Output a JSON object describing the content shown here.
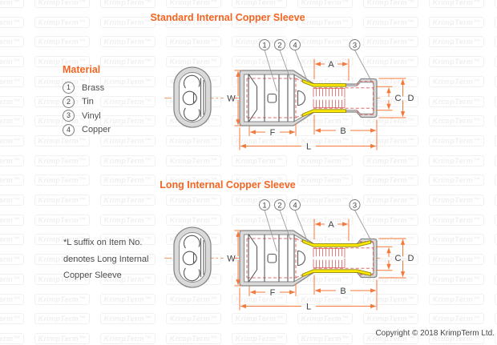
{
  "watermark": {
    "text": "KrimpTerm™"
  },
  "titles": {
    "standard": "Standard Internal Copper Sleeve",
    "long": "Long Internal Copper Sleeve"
  },
  "material": {
    "heading": "Material",
    "items": [
      {
        "num": "1",
        "label": "Brass"
      },
      {
        "num": "2",
        "label": "Tin"
      },
      {
        "num": "3",
        "label": "Vinyl"
      },
      {
        "num": "4",
        "label": "Copper"
      }
    ]
  },
  "note": {
    "lines": [
      "*L suffix on Item No.",
      "denotes Long Internal",
      "Copper Sleeve"
    ]
  },
  "dims": {
    "w": "W",
    "a": "A",
    "b": "B",
    "c": "C",
    "d": "D",
    "f": "F",
    "l": "L"
  },
  "callouts": {
    "brass": "1",
    "tin": "2",
    "vinyl": "3",
    "copper": "4"
  },
  "footer": {
    "copyright": "Copyright © 2018 KrimpTerm Ltd."
  },
  "colors": {
    "accent_orange": "#f26522",
    "dimension_orange": "#f4793b",
    "centerline_orange": "#f59e69",
    "hidden_line_red": "#e06c6c",
    "copper_yellow": "#ffe605",
    "vinyl_gray": "#d9d9d9",
    "outline_gray": "#878787"
  }
}
